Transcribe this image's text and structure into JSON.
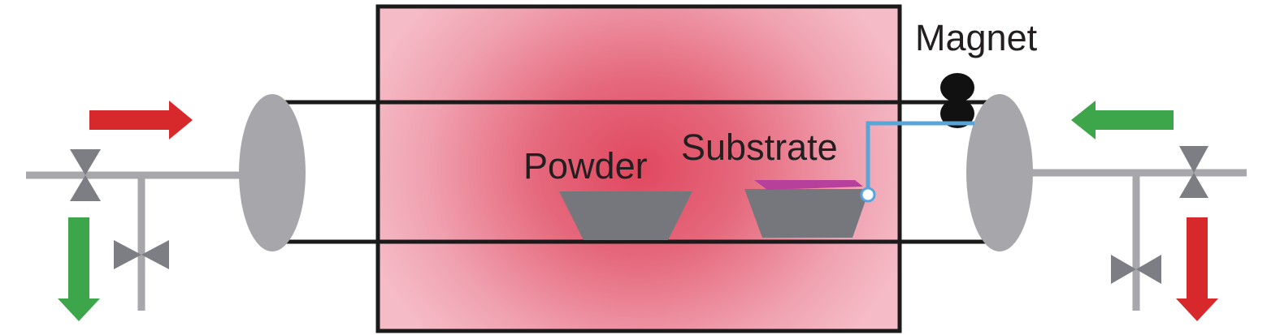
{
  "labels": {
    "magnet": "Magnet",
    "substrate": "Substrate",
    "powder": "Powder"
  },
  "colors": {
    "furnace_center": "#e0485f",
    "furnace_edge": "#f5bcc7",
    "outline": "#1a1a1a",
    "gray_part": "#a7a6aa",
    "boat": "#75777d",
    "substrate_film": "#b6409b",
    "rod": "#5aa5d8",
    "arrow_red": "#d7282c",
    "arrow_green": "#3ea64a",
    "valve": "#7d7e84",
    "magnet": "#111111"
  }
}
